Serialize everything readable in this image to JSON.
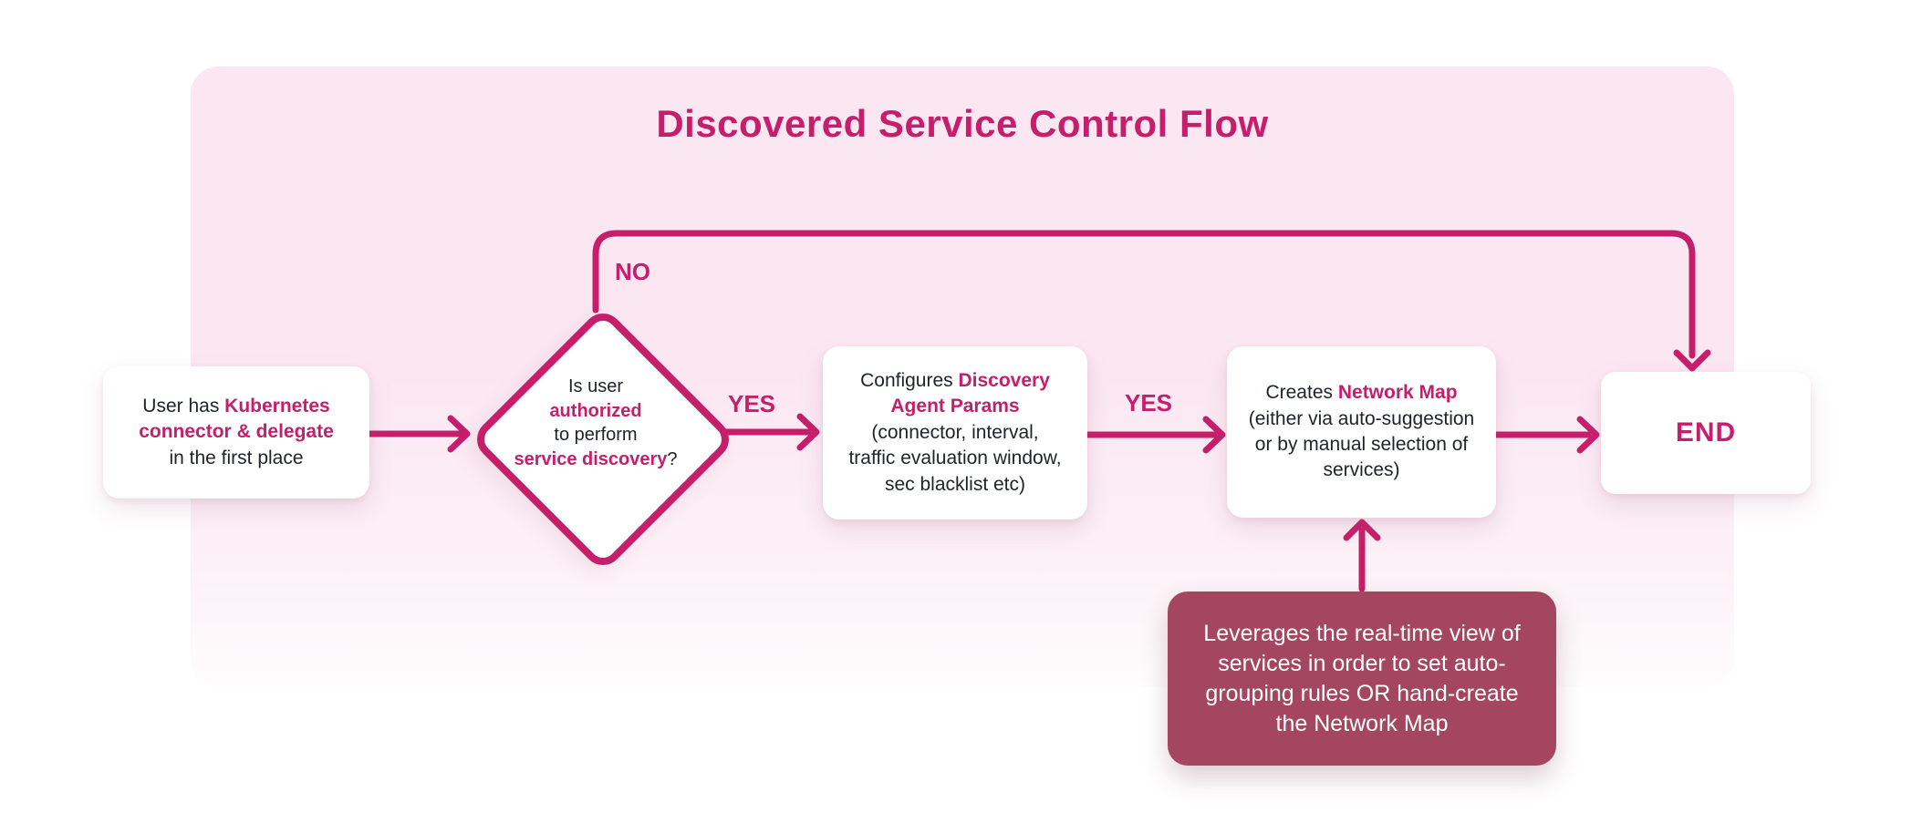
{
  "colors": {
    "accent": "#C51F6B",
    "page_bg": "#FFFFFF",
    "panel_top": "#FBE7F2",
    "panel_mid": "#FCF1F6",
    "panel_bottom": "#FEFCFD",
    "node_bg": "#FFFFFF",
    "node_text": "#1F2329",
    "annotation_bg": "#A4465F",
    "annotation_text": "#FFFFFF"
  },
  "title": "Discovered Service Control Flow",
  "edge_labels": {
    "no": "NO",
    "yes_decision_configure": "YES",
    "yes_configure_create": "YES"
  },
  "nodes": {
    "start": {
      "seg1": "User has ",
      "seg2_em": "Kubernetes connector & delegate",
      "seg3": " in the first place"
    },
    "decision": {
      "line1": "Is user",
      "line2_em": "authorized",
      "line3": "to perform",
      "line4_em": "service discovery",
      "line4_suffix": "?"
    },
    "configure": {
      "seg1": "Configures ",
      "seg2_em": "Discovery Agent Params",
      "seg3": " (connector, interval, traffic evaluation window, sec blacklist etc)"
    },
    "create": {
      "seg1": "Creates ",
      "seg2_em": "Network Map",
      "seg3": " (either via auto-suggestion or by manual selection of services)"
    },
    "end": {
      "label": "END"
    },
    "annotation": {
      "text": "Leverages the real-time view of services in order to set auto-grouping rules OR hand-create the Network Map"
    }
  }
}
